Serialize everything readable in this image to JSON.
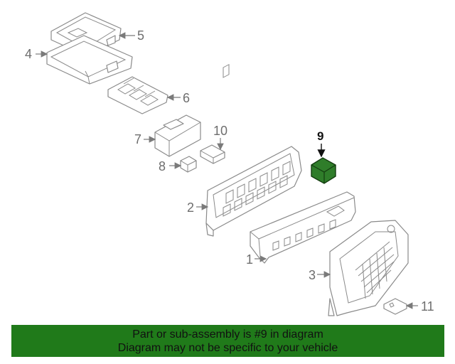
{
  "callouts": {
    "c1": "1",
    "c2": "2",
    "c3": "3",
    "c4": "4",
    "c5": "5",
    "c6": "6",
    "c7": "7",
    "c8": "8",
    "c9": "9",
    "c10": "10",
    "c11": "11"
  },
  "banner": {
    "line1": "Part or sub-assembly is #9 in diagram",
    "line2": "Diagram may not be specific to your vehicle"
  },
  "colors": {
    "highlight_part": "#2f7d2a",
    "banner_bg": "#207a1a",
    "line": "#8a8a8a"
  }
}
